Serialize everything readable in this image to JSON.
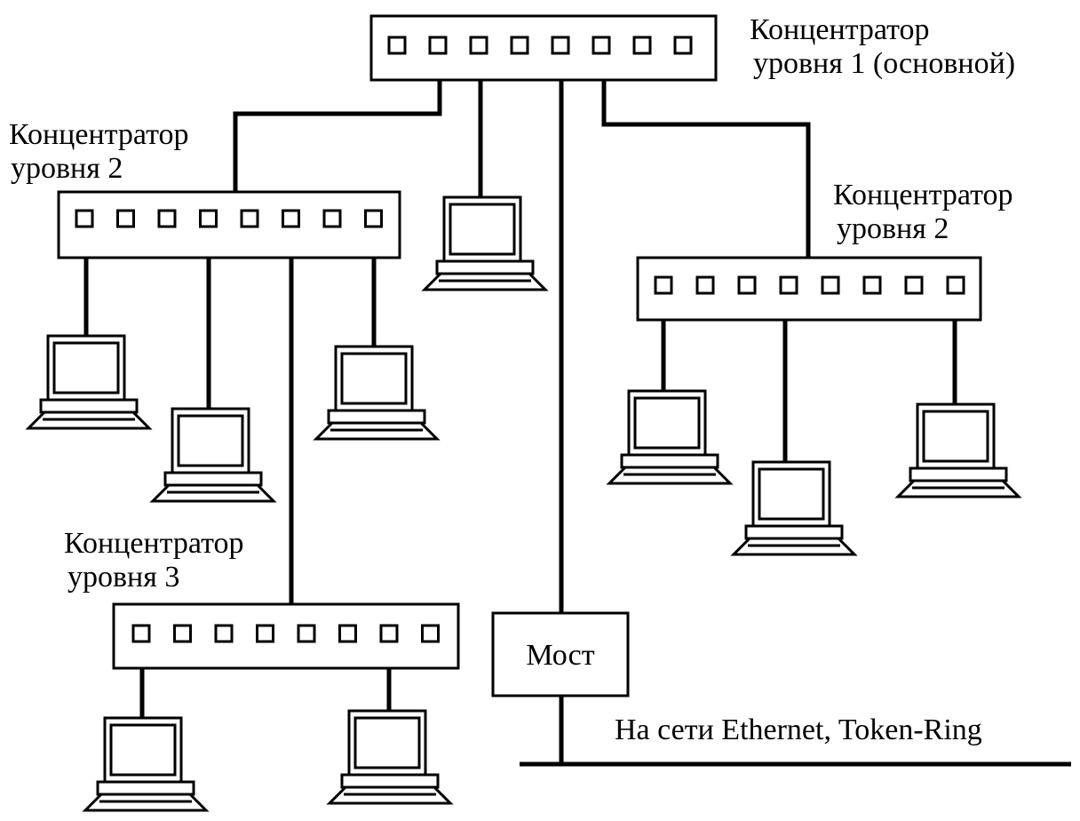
{
  "labels": {
    "hub1_line1": "Концентратор",
    "hub1_line2": "уровня 1 (основной)",
    "hub2_left_line1": "Концентратор",
    "hub2_left_line2": "уровня 2",
    "hub2_right_line1": "Концентратор",
    "hub2_right_line2": "уровня 2",
    "hub3_line1": "Концентратор",
    "hub3_line2": "уровня 3",
    "bridge": "Мост",
    "networks": "На сети Ethernet, Token-Ring"
  },
  "icons": {
    "hub": "hub-icon",
    "port": "port-icon",
    "computer": "computer-icon",
    "bridge": "bridge-icon"
  }
}
